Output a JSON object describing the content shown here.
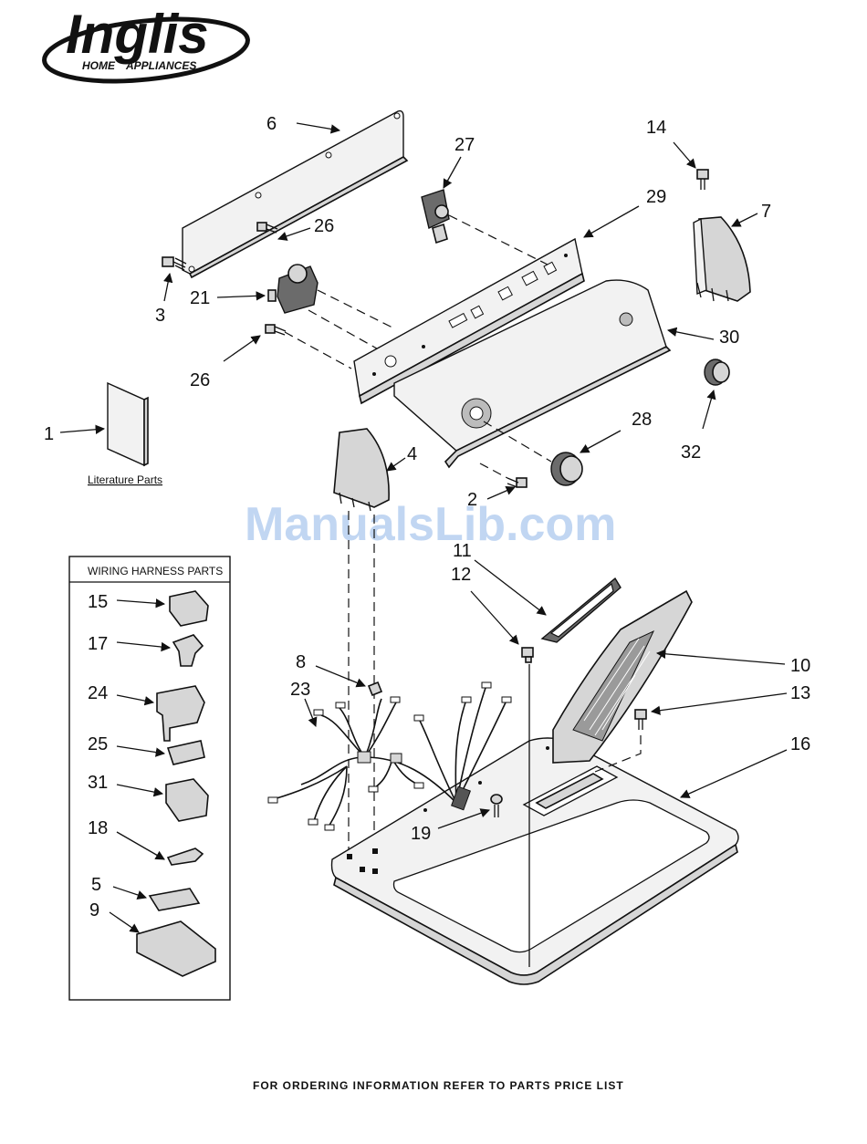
{
  "logo": {
    "brand": "Inglis",
    "sub_left": "HOME",
    "sub_right": "APPLIANCES"
  },
  "watermark": "ManualsLib.com",
  "literature_label": "Literature Parts",
  "harness_box_title": "WIRING HARNESS PARTS",
  "footer": "FOR ORDERING INFORMATION REFER TO PARTS PRICE LIST",
  "callouts": {
    "c6": "6",
    "c27": "27",
    "c14": "14",
    "c29": "29",
    "c7": "7",
    "c26a": "26",
    "c21": "21",
    "c3": "3",
    "c30": "30",
    "c26b": "26",
    "c32": "32",
    "c1": "1",
    "c28": "28",
    "c4": "4",
    "c2": "2",
    "c11": "11",
    "c12": "12",
    "c8": "8",
    "c23": "23",
    "c10": "10",
    "c13": "13",
    "c16": "16",
    "c19": "19",
    "c15": "15",
    "c17": "17",
    "c24": "24",
    "c25": "25",
    "c31": "31",
    "c18": "18",
    "c5": "5",
    "c9": "9"
  }
}
